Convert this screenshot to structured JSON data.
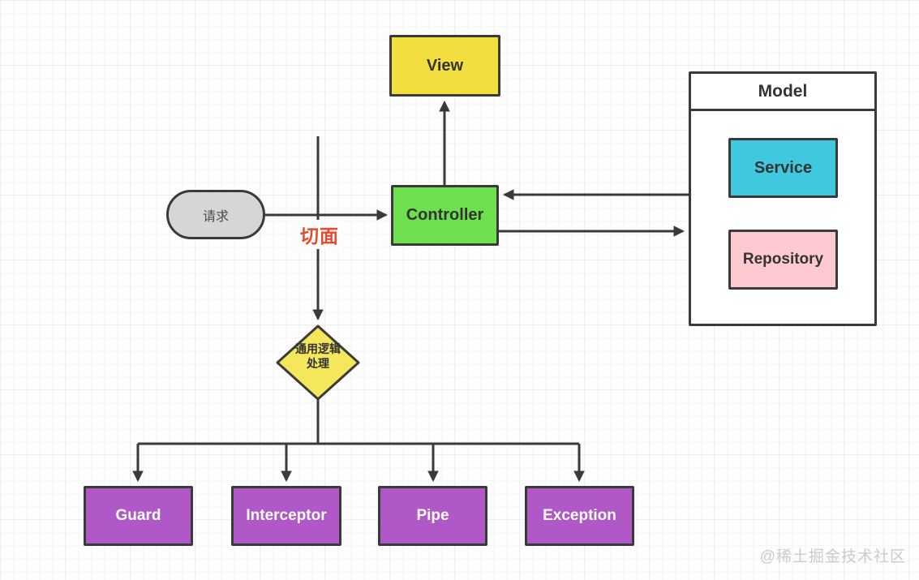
{
  "nodes": {
    "view": {
      "label": "View",
      "fill": "#f2de3e"
    },
    "controller": {
      "label": "Controller",
      "fill": "#6ee04e"
    },
    "model": {
      "label": "Model",
      "fill": "#ffffff"
    },
    "service": {
      "label": "Service",
      "fill": "#3fc8de"
    },
    "repository": {
      "label": "Repository",
      "fill": "#ffc9d2"
    },
    "request": {
      "label": "请求",
      "fill": "#d6d6d6"
    },
    "aspect": {
      "label": "切面",
      "color": "#e84a2d"
    },
    "decision": {
      "label_line1": "通用逻辑",
      "label_line2": "处理",
      "fill": "#f4e75c"
    },
    "guard": {
      "label": "Guard",
      "fill": "#b058c7"
    },
    "interceptor": {
      "label": "Interceptor",
      "fill": "#b058c7"
    },
    "pipe": {
      "label": "Pipe",
      "fill": "#b058c7"
    },
    "exception": {
      "label": "Exception",
      "fill": "#b058c7"
    }
  },
  "edges": [
    {
      "from": "request",
      "to": "controller",
      "type": "arrow"
    },
    {
      "from": "controller",
      "to": "view",
      "type": "arrow"
    },
    {
      "from": "model",
      "to": "controller",
      "type": "arrow"
    },
    {
      "from": "controller",
      "to": "model",
      "type": "arrow"
    },
    {
      "from": "aspect-line",
      "to": "decision",
      "type": "arrow",
      "label": "切面"
    },
    {
      "from": "decision",
      "to": "guard",
      "type": "arrow"
    },
    {
      "from": "decision",
      "to": "interceptor",
      "type": "arrow"
    },
    {
      "from": "decision",
      "to": "pipe",
      "type": "arrow"
    },
    {
      "from": "decision",
      "to": "exception",
      "type": "arrow"
    }
  ],
  "watermark": "@稀土掘金技术社区",
  "colors": {
    "line": "#3a3a3a",
    "text_dark": "#333333",
    "text_light": "#ffffff",
    "aspect_red": "#e84a2d",
    "watermark": "#cbcbcb",
    "canvas_bg": "#fdfdfd",
    "grid_minor": "#f6f6f6",
    "grid_major": "#ededed"
  }
}
